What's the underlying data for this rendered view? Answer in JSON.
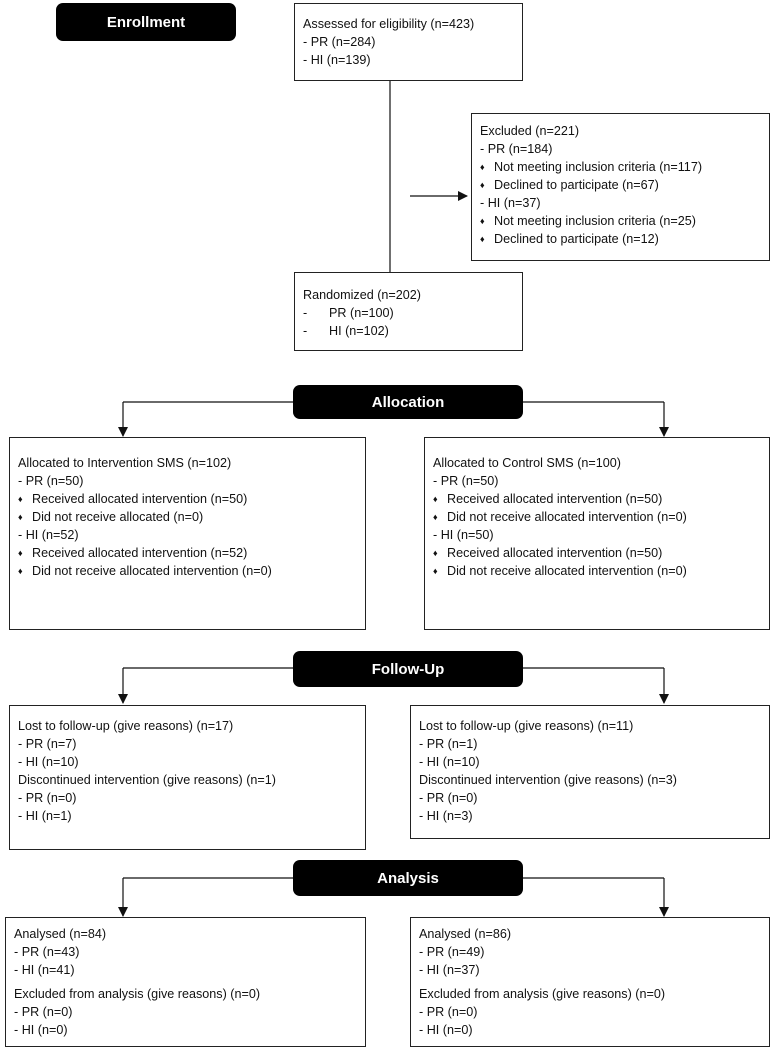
{
  "phases": {
    "enrollment": "Enrollment",
    "allocation": "Allocation",
    "follow_up": "Follow-Up",
    "analysis": "Analysis"
  },
  "assessed": {
    "title": "Assessed for eligibility (n=423)",
    "pr": "- PR (n=284)",
    "hi": "- HI (n=139)"
  },
  "excluded": {
    "title": "Excluded (n=221)",
    "pr": "- PR (n=184)",
    "pr_not_meeting": "Not meeting inclusion criteria (n=117)",
    "pr_declined": "Declined to participate (n=67)",
    "hi": "- HI (n=37)",
    "hi_not_meeting": "Not meeting inclusion criteria (n=25)",
    "hi_declined": "Declined to participate (n=12)"
  },
  "randomized": {
    "title": "Randomized (n=202)",
    "pr": "PR (n=100)",
    "hi": "HI (n=102)"
  },
  "allocated_intervention": {
    "title": "Allocated to Intervention SMS (n=102)",
    "pr": "- PR (n=50)",
    "pr_received": "Received allocated intervention (n=50)",
    "pr_not_received": "Did not receive allocated (n=0)",
    "hi": "- HI (n=52)",
    "hi_received": "Received allocated intervention (n=52)",
    "hi_not_received": "Did not receive allocated intervention (n=0)"
  },
  "allocated_control": {
    "title": "Allocated to Control SMS (n=100)",
    "pr": "- PR (n=50)",
    "pr_received": "Received allocated intervention (n=50)",
    "pr_not_received": "Did not receive allocated intervention (n=0)",
    "hi": "- HI (n=50)",
    "hi_received": "Received allocated intervention (n=50)",
    "hi_not_received": "Did not receive allocated intervention (n=0)"
  },
  "followup_intervention": {
    "lost": "Lost to follow-up (give reasons) (n=17)",
    "lost_pr": "- PR (n=7)",
    "lost_hi": "- HI (n=10)",
    "discontinued": "Discontinued intervention (give reasons) (n=1)",
    "disc_pr": "- PR (n=0)",
    "disc_hi": "- HI (n=1)"
  },
  "followup_control": {
    "lost": "Lost to follow-up (give reasons) (n=11)",
    "lost_pr": "- PR (n=1)",
    "lost_hi": "- HI (n=10)",
    "discontinued": "Discontinued intervention (give reasons) (n=3)",
    "disc_pr": "- PR (n=0)",
    "disc_hi": "- HI (n=3)"
  },
  "analysis_intervention": {
    "analysed": "Analysed (n=84)",
    "pr": "- PR (n=43)",
    "hi": "- HI (n=41)",
    "excluded": "Excluded from analysis (give reasons) (n=0)",
    "ex_pr": "- PR (n=0)",
    "ex_hi": "- HI (n=0)"
  },
  "analysis_control": {
    "analysed": "Analysed (n=86)",
    "pr": "- PR (n=49)",
    "hi": "- HI (n=37)",
    "excluded": "Excluded from analysis (give reasons) (n=0)",
    "ex_pr": "- PR (n=0)",
    "ex_hi": "- HI (n=0)"
  }
}
